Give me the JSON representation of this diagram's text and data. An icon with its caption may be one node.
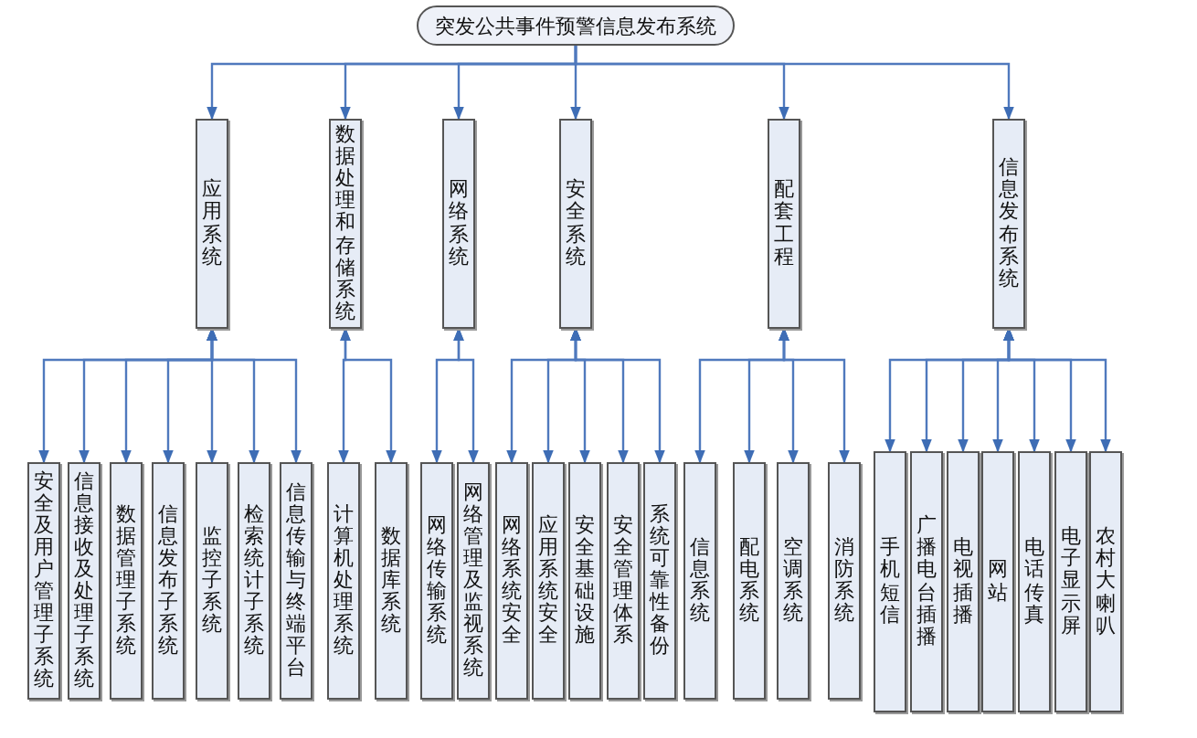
{
  "diagram": {
    "nodes": [
      {
        "text": [
          "突发公共事件预警信息发布系统"
        ]
      },
      {
        "text": [
          "应用系统"
        ]
      },
      {
        "text": [
          "数据处理和存储系统"
        ]
      },
      {
        "text": [
          "网络系统"
        ]
      },
      {
        "text": [
          "安全系统"
        ]
      },
      {
        "text": [
          "配套工程"
        ]
      },
      {
        "text": [
          "信息发布系统"
        ]
      },
      {
        "text": [
          "安全及用户管理子系统"
        ]
      },
      {
        "text": [
          "信息接收及处理子系统"
        ]
      },
      {
        "text": [
          "数据管理子系统"
        ]
      },
      {
        "text": [
          "信息发布子系统"
        ]
      },
      {
        "text": [
          "监控子系统"
        ]
      },
      {
        "text": [
          "检索统计子系统"
        ]
      },
      {
        "text": [
          "信息传输与终端平台"
        ]
      },
      {
        "text": [
          "计算机处理系统"
        ]
      },
      {
        "text": [
          "数据库系统"
        ]
      },
      {
        "text": [
          "网络传输系统"
        ]
      },
      {
        "text": [
          "网络管理及监视系统"
        ]
      },
      {
        "text": [
          "网络系统安全"
        ]
      },
      {
        "text": [
          "应用系统安全"
        ]
      },
      {
        "text": [
          "安全基础设施"
        ]
      },
      {
        "text": [
          "安全管理体系"
        ]
      },
      {
        "text": [
          "系统可靠性备份"
        ]
      },
      {
        "text": [
          "信息系统"
        ]
      },
      {
        "text": [
          "配电系统"
        ]
      },
      {
        "text": [
          "空调系统"
        ]
      },
      {
        "text": [
          "消防系统"
        ]
      },
      {
        "text": [
          "手机短信"
        ]
      },
      {
        "text": [
          "广播电台插播"
        ]
      },
      {
        "text": [
          "电视插播"
        ]
      },
      {
        "text": [
          "网站"
        ]
      },
      {
        "text": [
          "电话传真"
        ]
      },
      {
        "text": [
          "电子显示屏"
        ]
      },
      {
        "text": [
          "农村大喇叭"
        ]
      }
    ],
    "edges": [
      {
        "from": 0,
        "to": 1,
        "arrow": "to"
      },
      {
        "from": 0,
        "to": 2,
        "arrow": "to"
      },
      {
        "from": 0,
        "to": 3,
        "arrow": "to"
      },
      {
        "from": 0,
        "to": 4,
        "arrow": "to"
      },
      {
        "from": 0,
        "to": 5,
        "arrow": "to"
      },
      {
        "from": 0,
        "to": 6,
        "arrow": "to"
      },
      {
        "from": 1,
        "to": 7,
        "arrow": "both"
      },
      {
        "from": 1,
        "to": 8,
        "arrow": "both"
      },
      {
        "from": 1,
        "to": 9,
        "arrow": "both"
      },
      {
        "from": 1,
        "to": 10,
        "arrow": "both"
      },
      {
        "from": 1,
        "to": 11,
        "arrow": "both"
      },
      {
        "from": 1,
        "to": 12,
        "arrow": "both"
      },
      {
        "from": 1,
        "to": 13,
        "arrow": "both"
      },
      {
        "from": 2,
        "to": 14,
        "arrow": "both"
      },
      {
        "from": 2,
        "to": 15,
        "arrow": "both"
      },
      {
        "from": 3,
        "to": 16,
        "arrow": "both"
      },
      {
        "from": 3,
        "to": 17,
        "arrow": "both"
      },
      {
        "from": 4,
        "to": 18,
        "arrow": "both"
      },
      {
        "from": 4,
        "to": 19,
        "arrow": "both"
      },
      {
        "from": 4,
        "to": 20,
        "arrow": "both"
      },
      {
        "from": 4,
        "to": 21,
        "arrow": "both"
      },
      {
        "from": 4,
        "to": 22,
        "arrow": "both"
      },
      {
        "from": 5,
        "to": 23,
        "arrow": "both"
      },
      {
        "from": 5,
        "to": 24,
        "arrow": "both"
      },
      {
        "from": 5,
        "to": 25,
        "arrow": "both"
      },
      {
        "from": 5,
        "to": 26,
        "arrow": "both"
      },
      {
        "from": 6,
        "to": 27,
        "arrow": "both"
      },
      {
        "from": 6,
        "to": 28,
        "arrow": "both"
      },
      {
        "from": 6,
        "to": 29,
        "arrow": "both"
      },
      {
        "from": 6,
        "to": 30,
        "arrow": "both"
      },
      {
        "from": 6,
        "to": 31,
        "arrow": "both"
      },
      {
        "from": 6,
        "to": 32,
        "arrow": "both"
      },
      {
        "from": 6,
        "to": 33,
        "arrow": "both"
      }
    ]
  }
}
